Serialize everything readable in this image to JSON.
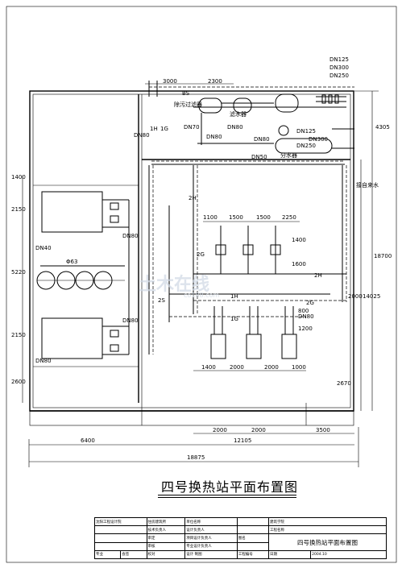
{
  "drawing": {
    "title": "四号换热站平面布置图",
    "watermark": "土木在线",
    "watermark_url": "co188.com"
  },
  "pipe_labels": {
    "dn125": "DN125",
    "dn300_top": "DN300",
    "dn250": "DN250",
    "bs": "BS",
    "decontam": "除污过滤器",
    "plate_filter": "滤水器",
    "dn70": "DN70",
    "dn80_a": "DN80",
    "dn80_b": "DN80",
    "dn80_c": "DN80",
    "dn125_b": "DN125",
    "dn300_b": "DN300",
    "dn250_b": "DN250",
    "dn50": "DN50",
    "dn40": "DN40",
    "dn80_d": "DN80",
    "dn80_e": "DN80",
    "dn80_f": "DN80",
    "dn80_g": "DN80",
    "phi63": "Φ63",
    "tank": "分水器",
    "tap_water": "接自来水",
    "2h_a": "2H",
    "2g_a": "2G",
    "2h_b": "2H",
    "2g_b": "2G",
    "1h": "1H",
    "1g": "1G",
    "1g_b": "1G",
    "2s": "2S",
    "dn_left": "DN80"
  },
  "dims": {
    "top_3000": "3000",
    "top_2300": "2300",
    "right_4305": "4305",
    "right_18700": "18700",
    "right_14025": "14025",
    "right_2000": "2000",
    "right_2670": "2670",
    "left_1400": "1400",
    "left_2150": "2150",
    "left_5220": "5220",
    "left_2150b": "2150",
    "left_2600": "2600",
    "mid_1100": "1100",
    "mid_1500a": "1500",
    "mid_1500b": "1500",
    "mid_2250": "2250",
    "mid_1400": "1400",
    "mid_1600": "1600",
    "mid_800": "800",
    "mid_1200": "1200",
    "bot_1400": "1400",
    "bot_2000a": "2000",
    "bot_2000b": "2000",
    "bot_1000": "1000",
    "low_2000a": "2000",
    "low_2000b": "2000",
    "low_3500": "3500",
    "bot_6400": "6400",
    "bot_12105": "12105",
    "bot_18875": "18875"
  },
  "title_block": {
    "r1c1": "沈阳工程设计院",
    "r1c2": "住房建筑所",
    "r1c3": "单位名称",
    "r1c4": "",
    "r1c5": "建筑学院",
    "r2c1": "技术负责人",
    "r2c2": "设计负责人",
    "r2c3": "工程名称",
    "r3c1": "审定",
    "r3c2": "项目设计负责人",
    "r3c3": "图名",
    "r3c4": "四号换热站平面布置图",
    "r4c1": "审核",
    "r4c2": "专业设计负责人",
    "r5c1": "校对",
    "r5c2": "设计",
    "r5c3": "制图",
    "r5c4": "工程编号",
    "r5c5": "日期",
    "r5c6": "2004.10",
    "left1": "专业",
    "left2": "会签"
  }
}
